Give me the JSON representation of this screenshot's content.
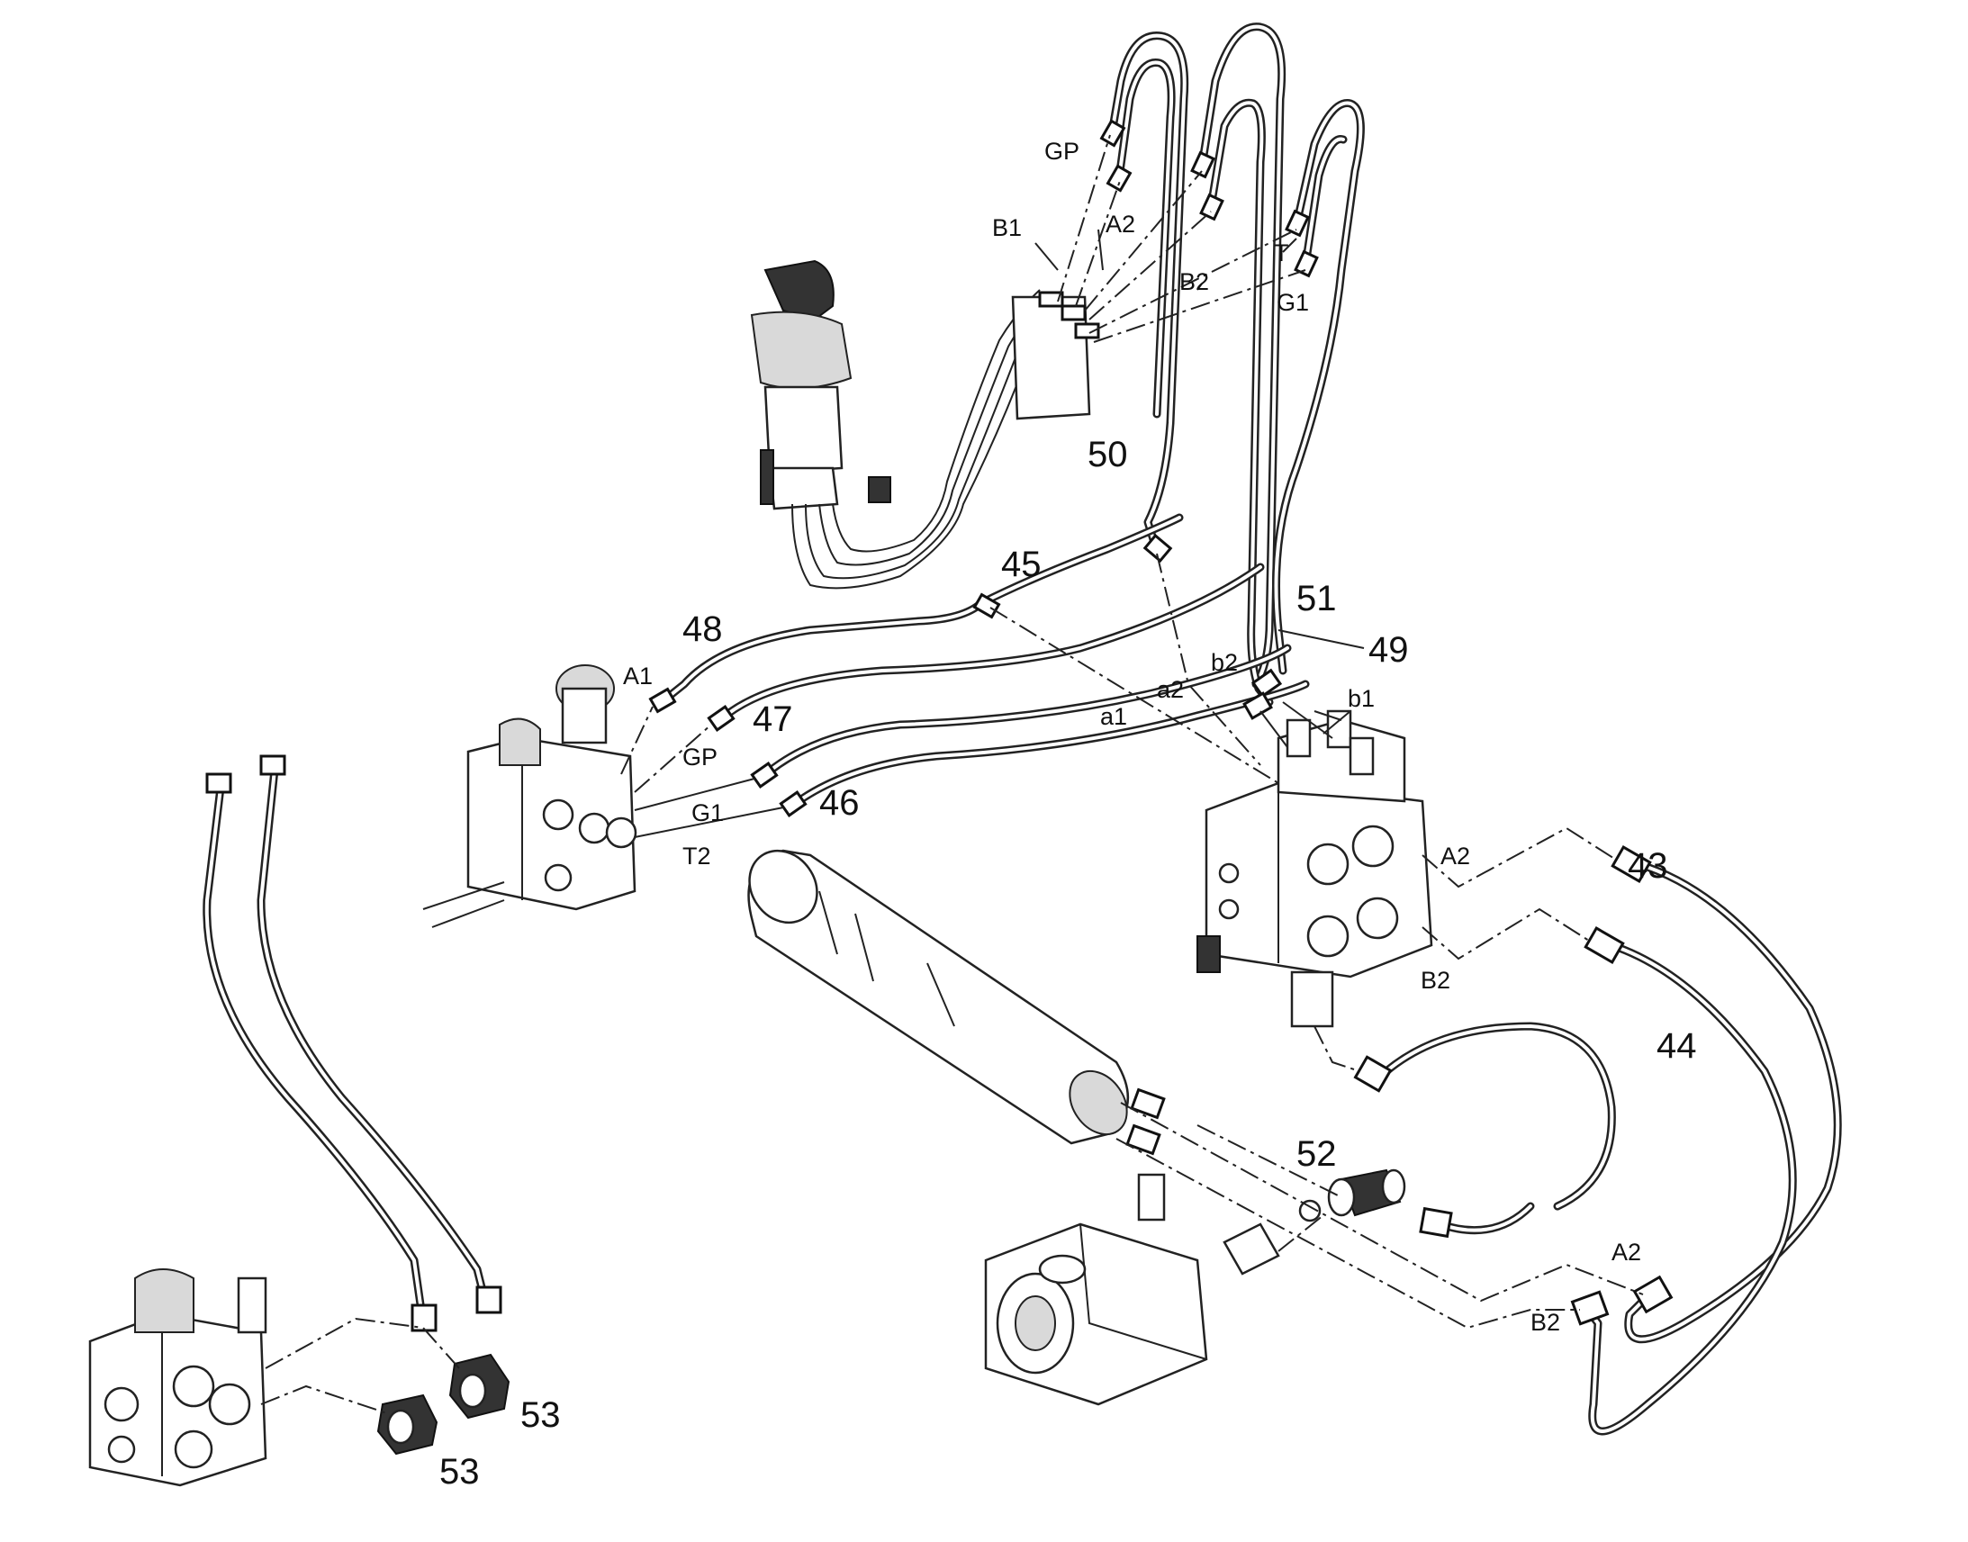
{
  "callouts": {
    "c43": "43",
    "c44": "44",
    "c45": "45",
    "c46": "46",
    "c47": "47",
    "c48": "48",
    "c49": "49",
    "c50": "50",
    "c51": "51",
    "c52": "52",
    "c53a": "53",
    "c53b": "53"
  },
  "ports": {
    "joystick": {
      "gp": "GP",
      "b1": "B1",
      "a2": "A2",
      "b2": "B2",
      "t": "T",
      "g1": "G1"
    },
    "left_valve": {
      "a1": "A1",
      "gp": "GP",
      "g1": "G1",
      "t2": "T2"
    },
    "main_valve": {
      "a2_left": "a2",
      "b2_left": "b2",
      "b1": "b1",
      "a1": "a1",
      "a2": "A2",
      "b2": "B2"
    },
    "pump": {
      "a2": "A2",
      "b2": "B2"
    }
  }
}
